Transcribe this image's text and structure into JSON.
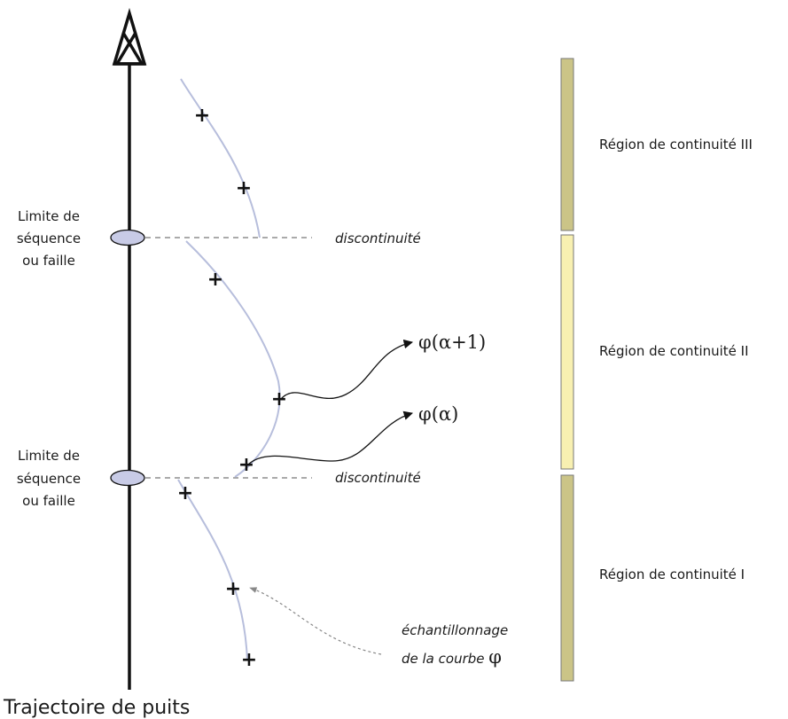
{
  "well": {
    "title": "Trajectoire de puits"
  },
  "boundaries": [
    {
      "label_lines": [
        "Limite de",
        "séquence",
        "ou faille"
      ],
      "discontinuity_label": "discontinuité"
    },
    {
      "label_lines": [
        "Limite de",
        "séquence",
        "ou faille"
      ],
      "discontinuity_label": "discontinuité"
    }
  ],
  "regions": [
    {
      "label": "Région de continuité III",
      "color": "#cbc487"
    },
    {
      "label": "Région de continuité II",
      "color": "#f8f0b1"
    },
    {
      "label": "Région de continuité I",
      "color": "#cbc487"
    }
  ],
  "curve_color": "#b7bedc",
  "marker_symbol": "+",
  "annotations": {
    "phi_next": "φ(α+1)",
    "phi_current": "φ(α)",
    "sampling_line1": "échantillonnage",
    "sampling_line2_prefix": "de la courbe ",
    "sampling_line2_symbol": "φ"
  }
}
